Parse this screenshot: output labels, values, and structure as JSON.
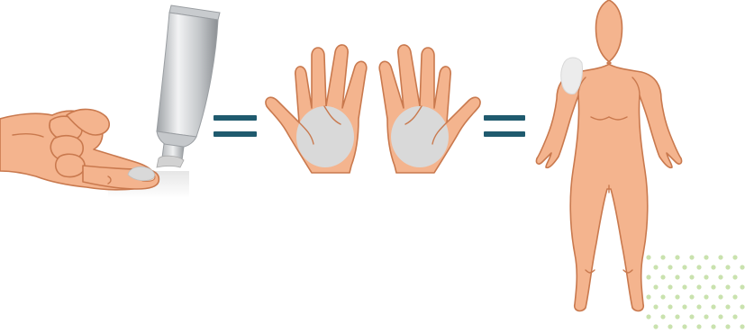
{
  "diagram": {
    "steps": [
      {
        "name": "fingertip-unit",
        "icon": "cream-tube-on-fingertip-icon"
      },
      {
        "name": "two-palms",
        "icon": "two-palms-icon"
      },
      {
        "name": "body-area",
        "icon": "body-front-icon"
      }
    ],
    "equals_signs": 2,
    "colors": {
      "skin": "#f4b48e",
      "skin_outline": "#c9794e",
      "cream": "#d9d9d9",
      "equals": "#1f5a6e",
      "dots": "#c9e2ae"
    }
  }
}
